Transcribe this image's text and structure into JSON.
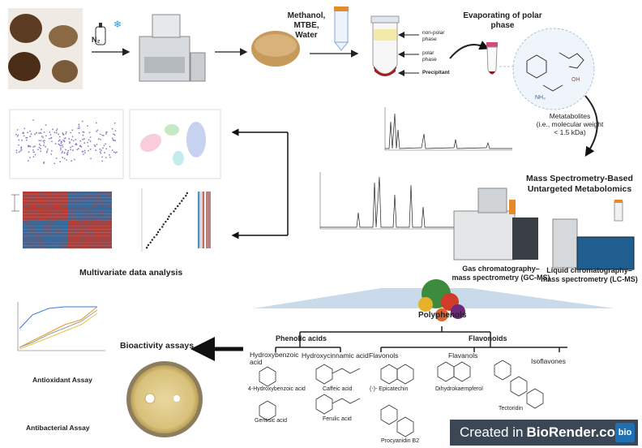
{
  "top_row": {
    "n2_label": "N₂",
    "solvent_label": "Methanol,\nMTBE,\nWater",
    "evaporation_title": "Evaporating of polar\nphase",
    "tube_labels": [
      "non-polar\nphase",
      "polar\nphase",
      "Precipitant"
    ],
    "metabolites_label": "Metatabolites\n(i.e., molecular weight\n< 1.5 kDa)"
  },
  "ms_section": {
    "title": "Mass Spectrometry-Based\nUntargeted Metabolomics",
    "gcms_label": "Gas chromatography–\nmass spectrometry (GC-MS)",
    "lcms_label": "Liquid chromatography–\nmass spectrometry (LC-MS)"
  },
  "multivariate": {
    "title": "Multivariate data analysis"
  },
  "polyphenols": {
    "title": "Polyphenols",
    "phenolic_acids": "Phenolic acids",
    "flavonoids": "Flavonoids",
    "hydroxybenzoic": "Hydroxybenzoic\nacid",
    "hydroxycinnamic": "Hydroxycinnamic acid",
    "flavonols": "Flavonols",
    "flavanols": "Flavanols",
    "isoflavones": "Isoflavones",
    "compounds": [
      "4-Hydroxybenzoic acid",
      "Gentisic acid",
      "Caffeic acid",
      "Ferulic acid",
      "(-)- Epicatechin",
      "Dihydrokaempferol",
      "Tectoridin",
      "Procyanidin B2"
    ]
  },
  "bioactivity": {
    "title": "Bioactivity assays",
    "antioxidant": "Antioxidant Assay",
    "antibacterial": "Antibacterial Assay"
  },
  "watermark": {
    "prefix": "Created in",
    "brand": "BioRender.com",
    "logo": "bio"
  },
  "colors": {
    "accent_blue": "#a9c4dd",
    "arrow": "#222222",
    "heatmap_red": "#c0392b",
    "heatmap_blue": "#2e6da4",
    "scatter_purple": "#8e7cc3",
    "brand_dark": "#3b4754",
    "brand_blue": "#1f6fb5"
  }
}
